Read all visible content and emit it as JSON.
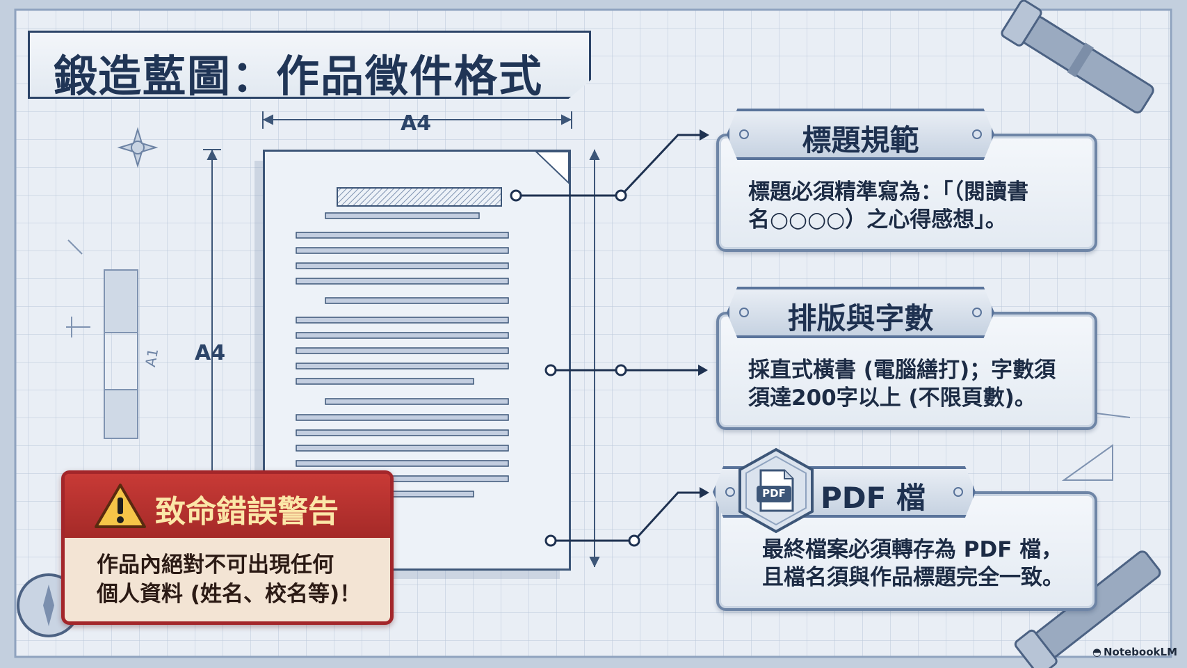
{
  "title": "鍛造藍圖：作品徵件格式",
  "diagram": {
    "width_label": "A4",
    "height_label": "A4",
    "side_sketch_label": "A1"
  },
  "cards": [
    {
      "title": "標題規範",
      "body": "標題必須精準寫為：「（閱讀書\n名○○○○）之心得感想」。"
    },
    {
      "title": "排版與字數",
      "body": "採直式橫書 (電腦繕打)；字數須\n須達200字以上 (不限頁數)。"
    },
    {
      "title": "PDF 檔",
      "icon_label": "PDF",
      "body": "最終檔案必須轉存為 PDF 檔，\n且檔名須與作品標題完全一致。"
    }
  ],
  "warning": {
    "title": "致命錯誤警告",
    "body": "作品內絕對不可出現任何\n個人資料 (姓名、校名等)！"
  },
  "brand": "NotebookLM",
  "colors": {
    "background": "#dfe6ef",
    "ink": "#2c4468",
    "warning_red": "#b23330",
    "warning_text": "#fbe7a8"
  }
}
